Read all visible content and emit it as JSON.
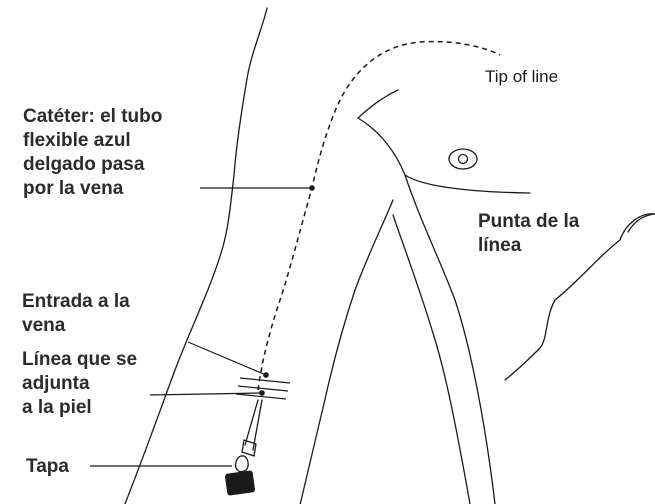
{
  "labels": {
    "tip_en": "Tip of line",
    "tip_es": "Punta de la\nlínea",
    "catheter": "Catéter: el tubo\nflexible azul\ndelgado pasa\npor la vena",
    "vein_entry": "Entrada a la\nvena",
    "attached_line": "Línea que se\nadjunta\na la piel",
    "cap": "Tapa"
  },
  "colors": {
    "line": "#1a1a1a",
    "text": "#2b2b2b"
  }
}
